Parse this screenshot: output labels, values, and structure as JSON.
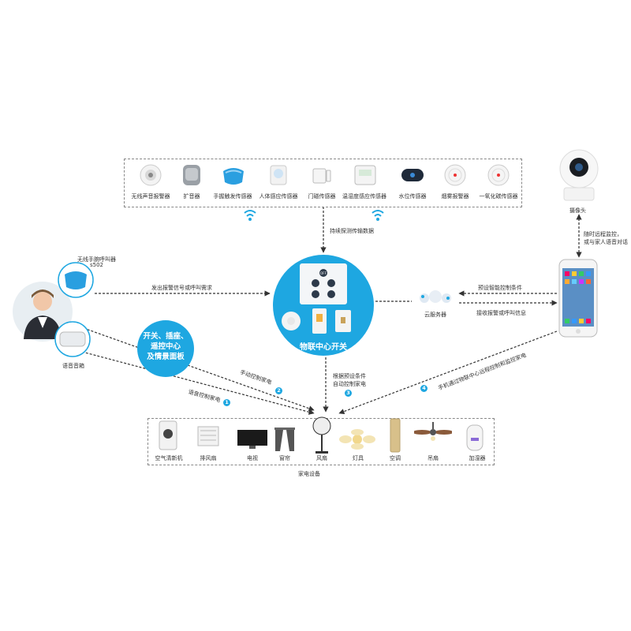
{
  "sensors": {
    "items": [
      {
        "label": "无线声音报警器",
        "icon": "sound-alarm-icon"
      },
      {
        "label": "扩音器",
        "icon": "speaker-icon"
      },
      {
        "label": "手握触发传感器",
        "icon": "hand-trigger-icon"
      },
      {
        "label": "人体感应传感器",
        "icon": "motion-sensor-icon"
      },
      {
        "label": "门磁传感器",
        "icon": "door-sensor-icon"
      },
      {
        "label": "温湿度感应传感器",
        "icon": "thermo-sensor-icon"
      },
      {
        "label": "水位传感器",
        "icon": "water-sensor-icon"
      },
      {
        "label": "烟雾报警器",
        "icon": "smoke-alarm-icon"
      },
      {
        "label": "一氧化碳传感器",
        "icon": "co-sensor-icon"
      }
    ]
  },
  "hub": {
    "title": "物联中心开关",
    "off_label": "OFF"
  },
  "panel": {
    "line1": "开关、插座、",
    "line2": "遥控中心",
    "line3": "及情景面板"
  },
  "left": {
    "pager_line1": "无线手腕呼叫器",
    "pager_line2": "s502",
    "speaker_label": "语音音箱"
  },
  "right": {
    "camera_label": "摄像头",
    "camera_note_line1": "随时远程监控，",
    "camera_note_line2": "或与家人语音对话",
    "cloud_label": "云服务器"
  },
  "flows": {
    "sensor_to_hub": "持续探测传输数据",
    "pager_to_hub": "发出报警信号或呼叫需求",
    "phone_to_cloud": "预设智能控制条件",
    "cloud_to_phone": "接收报警或呼叫信息",
    "manual": "手动控制家电",
    "voice": "语音控制家电",
    "auto_line1": "根据预设条件",
    "auto_line2": "自动控制家电",
    "phone_remote": "手机通过物联中心远程控制和监控家电",
    "num1": "1",
    "num2": "2",
    "num3": "3",
    "num4": "4"
  },
  "appliances": {
    "group_label": "家电设备",
    "items": [
      {
        "label": "空气清新机",
        "icon": "air-purifier-icon"
      },
      {
        "label": "排风扇",
        "icon": "exhaust-fan-icon"
      },
      {
        "label": "电视",
        "icon": "tv-icon"
      },
      {
        "label": "窗帘",
        "icon": "curtain-icon"
      },
      {
        "label": "风扇",
        "icon": "fan-icon"
      },
      {
        "label": "灯具",
        "icon": "lamp-icon"
      },
      {
        "label": "空调",
        "icon": "air-conditioner-icon"
      },
      {
        "label": "吊扇",
        "icon": "ceiling-fan-icon"
      },
      {
        "label": "加湿器",
        "icon": "humidifier-icon"
      }
    ]
  },
  "colors": {
    "accent": "#1ea7e1",
    "line": "#333333",
    "dash_box": "#888888"
  }
}
